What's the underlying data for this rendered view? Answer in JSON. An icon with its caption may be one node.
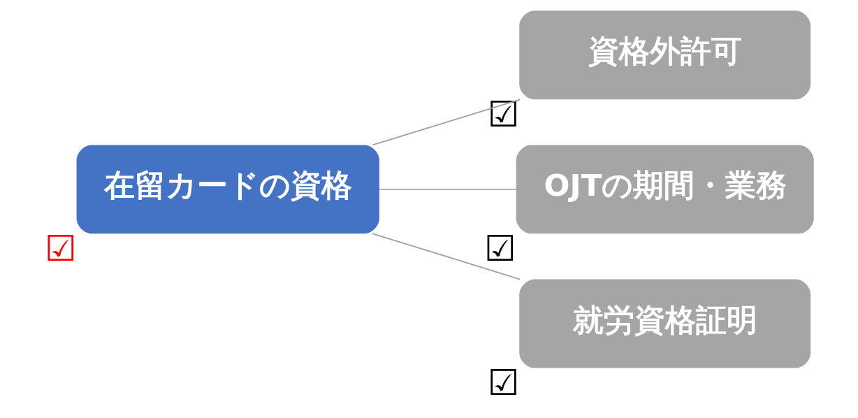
{
  "diagram": {
    "nodes": [
      {
        "text": [
          "在留カードの資格"
        ],
        "beside": [
          "☑"
        ]
      },
      {
        "text": [
          "資格外許可"
        ],
        "beside": [
          "☑"
        ]
      },
      {
        "text": [
          "OJTの期間・業務"
        ],
        "beside": [
          "☑"
        ]
      },
      {
        "text": [
          "就労資格証明"
        ],
        "beside": [
          "☑"
        ]
      }
    ],
    "edges": [
      {
        "from": 0,
        "to": 1,
        "arrow": "none"
      },
      {
        "from": 0,
        "to": 2,
        "arrow": "none"
      },
      {
        "from": 0,
        "to": 3,
        "arrow": "none"
      }
    ]
  }
}
